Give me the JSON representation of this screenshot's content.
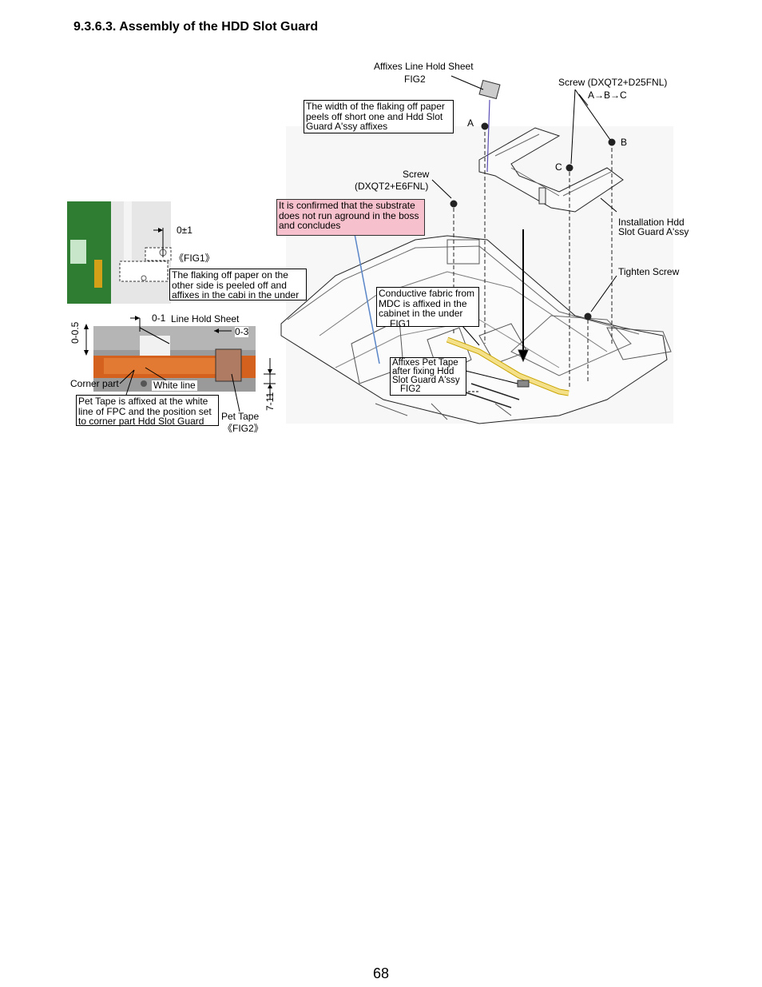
{
  "section_title": "9.3.6.3. Assembly of the HDD Slot Guard",
  "page_number": "68",
  "labels": {
    "affixes_line_hold_sheet": "Affixes Line Hold Sheet",
    "fig2_top": "FIG2",
    "screw_top": "Screw (DXQT2+D25FNL)",
    "screw_order": "A→B→C",
    "point_a": "A",
    "point_b": "B",
    "point_c": "C",
    "screw_mid_line1": "Screw",
    "screw_mid_line2": "(DXQT2+E6FNL)",
    "installation_line1": "Installation Hdd",
    "installation_line2": "Slot Guard A'ssy",
    "tighten_screw": "Tighten Screw",
    "dim_0_1_pm": "0±1",
    "fig1_ref": "《FIG1》",
    "dim_0_05": "0-0.5",
    "dim_0_1": "0-1",
    "line_hold_sheet": "Line Hold Sheet",
    "dim_0_3": "0-3",
    "corner_part": "Corner part",
    "white_line": "White line",
    "dim_7_11": "7-11",
    "pet_tape": "Pet Tape",
    "fig2_ref": "《FIG2》"
  },
  "callouts": {
    "flaking_width": "The width of the flaking off paper peels off short one and Hdd Slot Guard A'ssy affixes",
    "substrate_confirm": "It is confirmed that the substrate does not run aground in the boss and concludes",
    "flaking_other_side": "The flaking off paper on the other side is peeled off and affixes in the cabi in the under",
    "conductive_fabric": "Conductive fabric from MDC is affixed in the cabinet in the under",
    "conductive_fabric_fig": "FIG1",
    "affixes_pet_tape": "Affixes Pet Tape after fixing Hdd Slot Guard A'ssy",
    "affixes_pet_tape_fig": "FIG2",
    "pet_tape_white_line": "Pet Tape is affixed at the white line of FPC and the position set to corner part Hdd Slot Guard"
  }
}
